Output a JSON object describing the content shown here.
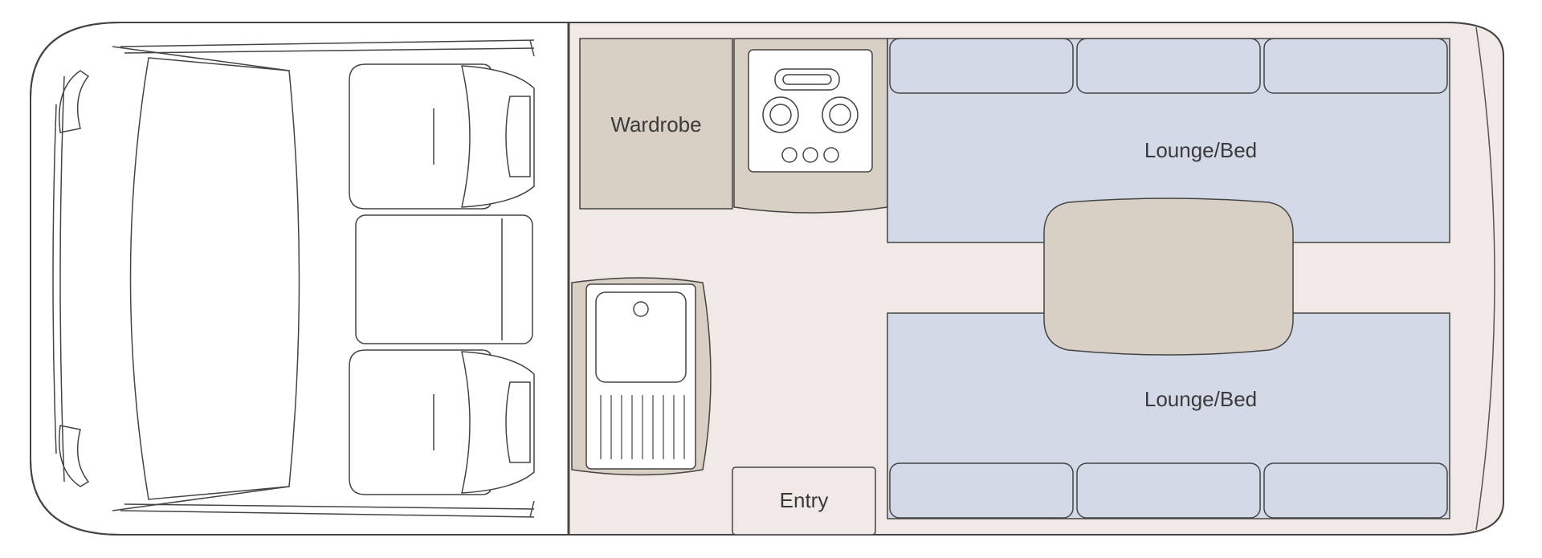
{
  "labels": {
    "wardrobe": "Wardrobe",
    "lounge_top": "Lounge/Bed",
    "lounge_bottom": "Lounge/Bed",
    "entry": "Entry"
  },
  "colors": {
    "outline": "#444444",
    "floor": "#f0e9e5",
    "cabinet": "#d8cfc5",
    "lounge": "#d4d9e8",
    "table": "#d8cfc5",
    "cab_fill": "#ffffff"
  }
}
